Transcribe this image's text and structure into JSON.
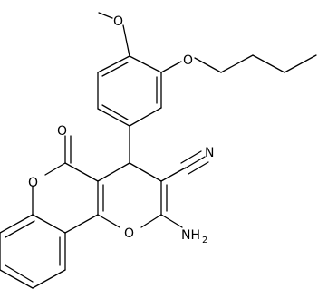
{
  "molecule": {
    "atoms": {
      "o_carbonyl": "O",
      "o_lactone": "O",
      "o_pyran": "O",
      "n_nitrile": "N",
      "amino": "NH",
      "amino_subscript": "2"
    }
  }
}
